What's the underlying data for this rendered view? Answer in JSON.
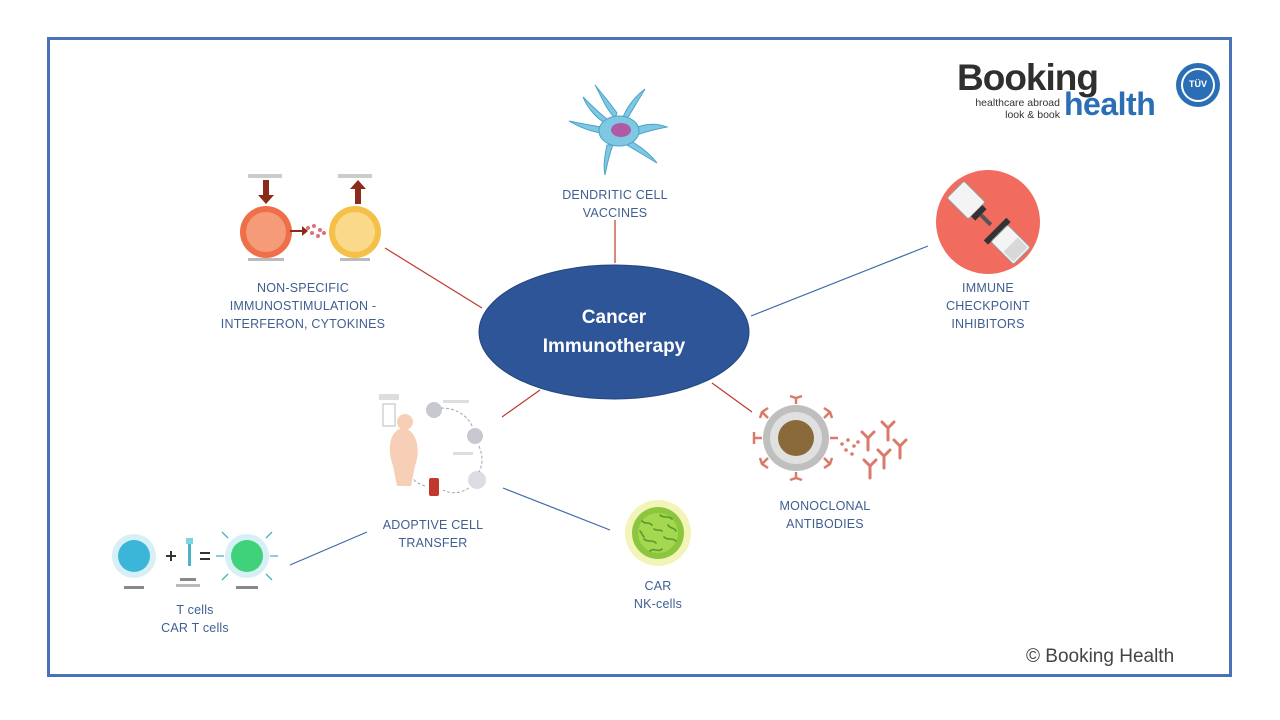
{
  "center": {
    "line1": "Cancer",
    "line2": "Immunotherapy"
  },
  "nodes": {
    "dendritic": {
      "line1": "DENDRITIC CELL",
      "line2": "VACCINES"
    },
    "nonspecific": {
      "line1": "NON-SPECIFIC",
      "line2": "IMMUNOSTIMULATION -",
      "line3": "INTERFERON, CYTOKINES"
    },
    "checkpoint": {
      "line1": "IMMUNE",
      "line2": "CHECKPOINT",
      "line3": "INHIBITORS"
    },
    "monoclonal": {
      "line1": "MONOCLONAL",
      "line2": "ANTIBODIES"
    },
    "adoptive": {
      "line1": "ADOPTIVE CELL",
      "line2": "TRANSFER"
    },
    "car_nk": {
      "line1": "CAR",
      "line2": "NK-cells"
    },
    "tcells": {
      "line1": "T cells",
      "line2": "CAR T cells"
    }
  },
  "logo": {
    "booking": "Booking",
    "health": "health",
    "tagline1": "healthcare abroad",
    "tagline2": "look & book",
    "cert": "TÜV"
  },
  "copyright": "© Booking Health",
  "colors": {
    "frame": "#4a72b8",
    "ellipse": "#2e5597",
    "red_line": "#c0392b",
    "blue_line": "#3f6aa8",
    "label": "#3f5f91"
  }
}
